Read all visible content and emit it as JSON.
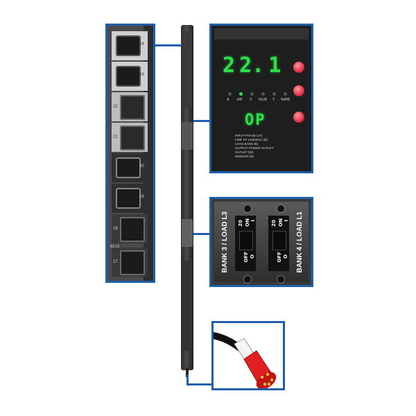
{
  "outlet_callout": {
    "outlet_numbers": [
      "24",
      "23",
      "22",
      "21",
      "20",
      "19",
      "18",
      "17"
    ],
    "bank_label": "B3 L3"
  },
  "display_callout": {
    "reading": [
      "2",
      "2.",
      "1"
    ],
    "mode": "OP",
    "indicators": [
      "A",
      "kW",
      "V",
      "%LIB",
      "Y",
      "%IHR"
    ],
    "menu_items": [
      "INPUT PHASE (L#)",
      "LINE TO LINE/ESC (Ø)",
      "LOAD BANK (B)",
      "OUTPUT POWER OUTLET",
      "OUTLET (W)",
      "SENSOR (M)"
    ]
  },
  "breaker_callout": {
    "left_label": "BANK 3 / LOAD L3",
    "right_label": "BANK 4 / LOAD L1",
    "amp_rating": "20",
    "on_label": "ON",
    "on_symbol": "I",
    "off_label": "OFF",
    "off_symbol": "O"
  },
  "colors": {
    "callout_border": "#1f5fae",
    "segment_green": "#2fe04a",
    "plug_red": "#e02020",
    "cable_black": "#111111"
  }
}
